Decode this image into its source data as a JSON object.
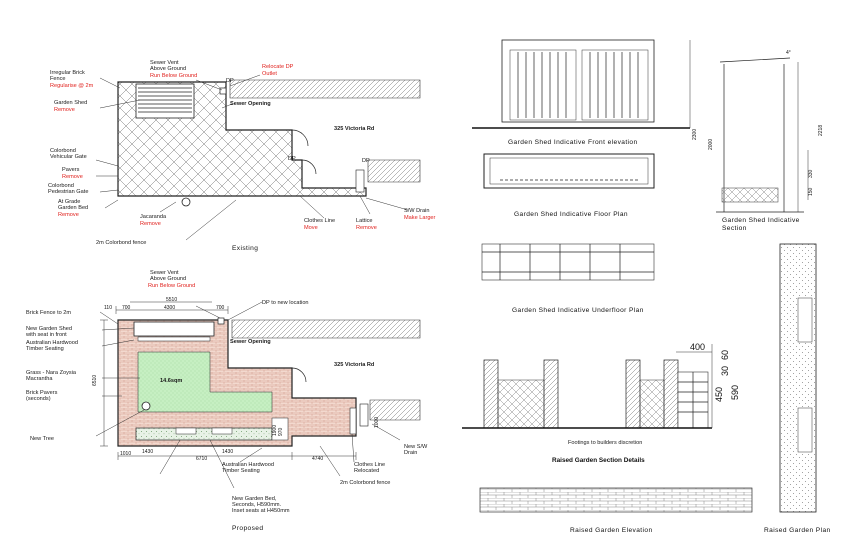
{
  "existing": {
    "title": "Existing",
    "street": "325 Victoria Rd",
    "sewer_vent": [
      "Sewer Vent",
      "Above Ground"
    ],
    "sewer_vent_action": "Run Below Ground",
    "relocate_dp": [
      "Relocate DP",
      "Outlet"
    ],
    "dp": "DP",
    "sewer_opening": "Sewer Opening",
    "irregular_fence": [
      "Irregular Brick",
      "Fence"
    ],
    "irregular_fence_action": "Regularise @ 2m",
    "garden_shed": "Garden Shed",
    "garden_shed_action": "Remove",
    "vehicular_gate": [
      "Colorbond",
      "Vehicular Gate"
    ],
    "pavers": "Pavers",
    "pavers_action": "Remove",
    "pedestrian_gate": [
      "Colorbond",
      "Pedestrian Gate"
    ],
    "garden_bed": [
      "At Grade",
      "Garden Bed"
    ],
    "garden_bed_action": "Remove",
    "jacaranda": "Jacaranda",
    "jacaranda_action": "Remove",
    "clothes_line": "Clothes Line",
    "clothes_line_action": "Move",
    "lattice": "Lattice",
    "lattice_action": "Remove",
    "sw_drain": "S/W Drain",
    "sw_drain_action": "Make Larger",
    "fence": "2m Colorbond fence"
  },
  "proposed": {
    "title": "Proposed",
    "street": "325 Victoria Rd",
    "sewer_vent": [
      "Sewer Vent",
      "Above Ground"
    ],
    "sewer_vent_action": "Run Below Ground",
    "dp_new": "DP to new location",
    "sewer_opening": "Sewer Opening",
    "brick_fence": "Brick Fence to 2m",
    "new_shed": [
      "New Garden Shed",
      "with seat in front"
    ],
    "timber_seating_left": [
      "Australian Hardwood",
      "Timber Seating"
    ],
    "grass": [
      "Grass - Nara Zoysia",
      "Macrantha"
    ],
    "brick_pavers": [
      "Brick Pavers",
      "(seconds)"
    ],
    "new_tree": "New Tree",
    "area": "14.6sqm",
    "timber_seating_bottom": [
      "Australian Hardwood",
      "Timber Seating"
    ],
    "new_garden_bed": [
      "New Garden Bed,",
      "Seconds, H590mm.",
      "Inset seats at H450mm"
    ],
    "fence": "2m Colorbond fence",
    "clothes_line": [
      "Clothes Line",
      "Relocated"
    ],
    "new_sw_drain": [
      "New S/W",
      "Drain"
    ],
    "dims": {
      "d110": "110",
      "d700a": "700",
      "d5510": "5510",
      "d4300": "4300",
      "d700b": "700",
      "d6510": "6510",
      "d1010": "1010",
      "d1430a": "1430",
      "d1430b": "1430",
      "d6710": "6710",
      "d4740": "4740",
      "d970": "970",
      "d1900": "1900",
      "d1000": "1000"
    }
  },
  "shed": {
    "front_title": "Garden Shed Indicative Front elevation",
    "floor_title": "Garden Shed Indicative Floor Plan",
    "underfloor_title": "Garden Shed Indicative Underfloor Plan",
    "section_title": [
      "Garden Shed Indicative",
      "Section"
    ],
    "d2300": "2300",
    "d2000": "2000",
    "d2218": "2218",
    "d330": "330",
    "d150": "150",
    "d4": "4°"
  },
  "raised": {
    "section_title": "Raised Garden Section Details",
    "footings": "Footings to builders discretion",
    "elevation_title": "Raised Garden Elevation",
    "plan_title": "Raised Garden Plan",
    "d400": "400",
    "d60": "60",
    "d30": "30",
    "d450": "450",
    "d590": "590"
  }
}
